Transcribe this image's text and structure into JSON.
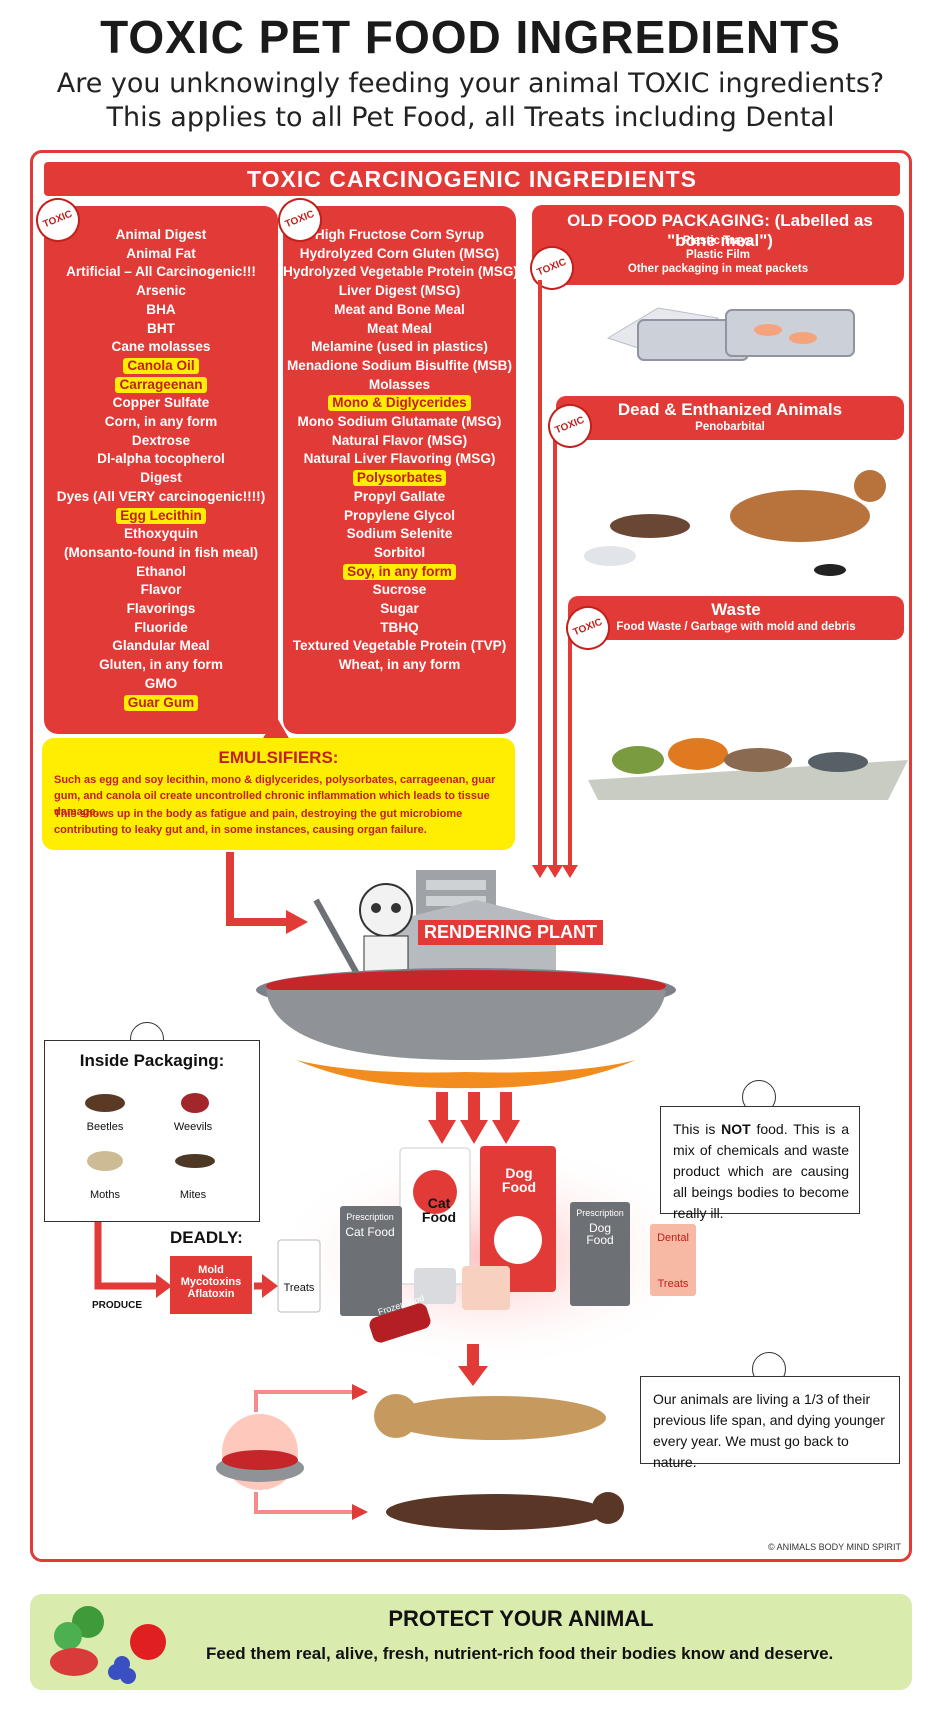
{
  "header": {
    "title": "TOXIC PET FOOD INGREDIENTS",
    "subtitle_line1": "Are you unknowingly feeding your animal TOXIC ingredients?",
    "subtitle_line2": "This applies to all Pet Food, all Treats including Dental"
  },
  "banner": "TOXIC CARCINOGENIC INGREDIENTS",
  "toxic_label": "TOXIC",
  "column1": [
    {
      "text": "Animal Digest",
      "highlight": false
    },
    {
      "text": "Animal Fat",
      "highlight": false
    },
    {
      "text": "Artificial – All Carcinogenic!!!",
      "highlight": false
    },
    {
      "text": "Arsenic",
      "highlight": false
    },
    {
      "text": "BHA",
      "highlight": false
    },
    {
      "text": "BHT",
      "highlight": false
    },
    {
      "text": "Cane molasses",
      "highlight": false
    },
    {
      "text": "Canola Oil",
      "highlight": true
    },
    {
      "text": "Carrageenan",
      "highlight": true
    },
    {
      "text": "Copper Sulfate",
      "highlight": false
    },
    {
      "text": "Corn, in any form",
      "highlight": false
    },
    {
      "text": "Dextrose",
      "highlight": false
    },
    {
      "text": "Dl-alpha tocopherol",
      "highlight": false
    },
    {
      "text": "Digest",
      "highlight": false
    },
    {
      "text": "Dyes (All VERY carcinogenic!!!!)",
      "highlight": false
    },
    {
      "text": "Egg Lecithin",
      "highlight": true
    },
    {
      "text": "Ethoxyquin",
      "highlight": false
    },
    {
      "text": "(Monsanto-found in fish meal)",
      "highlight": false
    },
    {
      "text": "Ethanol",
      "highlight": false
    },
    {
      "text": "Flavor",
      "highlight": false
    },
    {
      "text": "Flavorings",
      "highlight": false
    },
    {
      "text": "Fluoride",
      "highlight": false
    },
    {
      "text": "Glandular Meal",
      "highlight": false
    },
    {
      "text": "Gluten, in any form",
      "highlight": false
    },
    {
      "text": "GMO",
      "highlight": false
    },
    {
      "text": "Guar Gum",
      "highlight": true
    }
  ],
  "column2": [
    {
      "text": "High Fructose Corn Syrup",
      "highlight": false
    },
    {
      "text": "Hydrolyzed Corn Gluten (MSG)",
      "highlight": false
    },
    {
      "text": "Hydrolyzed Vegetable Protein (MSG)",
      "highlight": false
    },
    {
      "text": "Liver Digest (MSG)",
      "highlight": false
    },
    {
      "text": "Meat and Bone Meal",
      "highlight": false
    },
    {
      "text": "Meat Meal",
      "highlight": false
    },
    {
      "text": "Melamine (used in plastics)",
      "highlight": false
    },
    {
      "text": "Menadione Sodium Bisulfite (MSB)",
      "highlight": false
    },
    {
      "text": "Molasses",
      "highlight": false
    },
    {
      "text": "Mono & Diglycerides",
      "highlight": true
    },
    {
      "text": "Mono Sodium Glutamate (MSG)",
      "highlight": false
    },
    {
      "text": "Natural Flavor (MSG)",
      "highlight": false
    },
    {
      "text": "Natural Liver Flavoring (MSG)",
      "highlight": false
    },
    {
      "text": "Polysorbates",
      "highlight": true
    },
    {
      "text": "Propyl Gallate",
      "highlight": false
    },
    {
      "text": "Propylene Glycol",
      "highlight": false
    },
    {
      "text": "Sodium Selenite",
      "highlight": false
    },
    {
      "text": "Sorbitol",
      "highlight": false
    },
    {
      "text": "Soy, in any form",
      "highlight": true
    },
    {
      "text": "Sucrose",
      "highlight": false
    },
    {
      "text": "Sugar",
      "highlight": false
    },
    {
      "text": "TBHQ",
      "highlight": false
    },
    {
      "text": "Textured Vegetable Protein (TVP)",
      "highlight": false
    },
    {
      "text": "Wheat, in any form",
      "highlight": false
    }
  ],
  "packaging": {
    "title": "OLD FOOD PACKAGING: (Labelled as \"bone meal\")",
    "items": [
      "Plastic Trays",
      "Plastic Film",
      "Other packaging in meat packets"
    ]
  },
  "dead_animals": {
    "title": "Dead & Enthanized Animals",
    "subtitle": "Penobarbital"
  },
  "waste": {
    "title": "Waste",
    "subtitle": "Food Waste / Garbage with mold and debris"
  },
  "emulsifiers": {
    "title": "EMULSIFIERS:",
    "text1": "Such as egg and soy lecithin, mono & diglycerides, polysorbates, carrageenan, guar gum, and canola oil create uncontrolled chronic inflammation which leads to tissue damage.",
    "text2": "This shows up in the body as fatigue and pain, destroying the gut microbiome contributing to leaky gut and, in some instances, causing organ failure."
  },
  "rendering_plant": "RENDERING PLANT",
  "inside_packaging": {
    "title": "Inside Packaging:",
    "bugs": [
      "Beetles",
      "Weevils",
      "Moths",
      "Mites"
    ]
  },
  "deadly": {
    "title": "DEADLY:",
    "items": [
      "Mold",
      "Mycotoxins",
      "Aflatoxin"
    ],
    "produce": "PRODUCE"
  },
  "not_food": {
    "prefix": "This is ",
    "bold": "NOT",
    "suffix": " food. This is a mix of chemicals and waste product which are causing all beings bodies to become really ill."
  },
  "products": {
    "cat_food": "Cat Food",
    "dog_food": "Dog Food",
    "prescription": "Prescription",
    "rx_cat": "Cat Food",
    "rx_dog": "Dog Food",
    "dental": "Dental",
    "dental_treats": "Treats",
    "treats": "Treats",
    "frozen": "Frozen food"
  },
  "living": "Our animals are living a 1/3 of their previous life span, and dying younger every year. We must go back to nature.",
  "copyright": "© ANIMALS BODY MIND SPIRIT",
  "protect": {
    "title": "PROTECT YOUR ANIMAL",
    "subtitle": "Feed them real, alive, fresh, nutrient-rich food their bodies know and deserve."
  },
  "colors": {
    "red": "#e23a36",
    "yellow": "#ffee00",
    "green": "#d9ecae"
  }
}
